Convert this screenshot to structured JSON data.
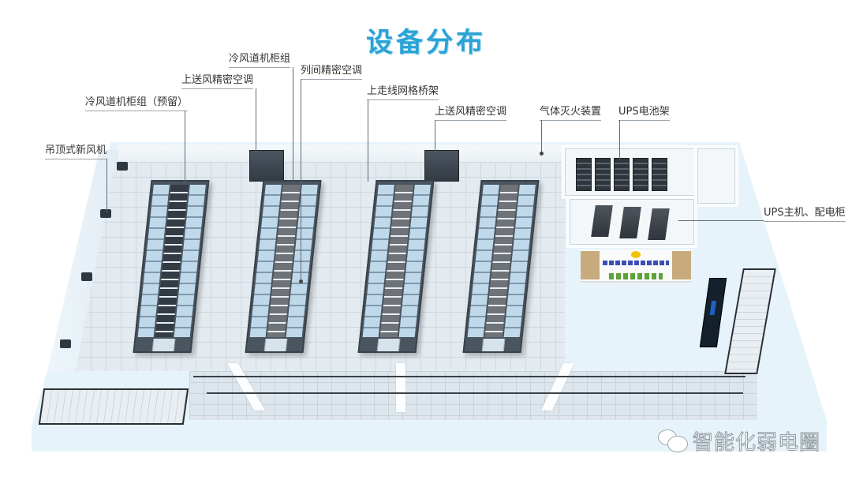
{
  "title": "设备分布",
  "labels": {
    "ceiling_fresh_air": "吊顶式新风机",
    "cold_aisle_reserved": "冷风道机柜组（预留）",
    "top_supply_ac_left": "上送风精密空调",
    "cold_aisle_cabinets": "冷风道机柜组",
    "inrow_ac": "列间精密空调",
    "overhead_cable_tray": "上走线网格桥架",
    "top_supply_ac_right": "上送风精密空调",
    "gas_fire_suppression": "气体灭火装置",
    "ups_battery_rack": "UPS电池架",
    "ups_host_distribution": "UPS主机、配电柜"
  },
  "watermark": {
    "icon": "wechat-icon",
    "text": "智能化弱电圈"
  },
  "colors": {
    "title": "#2aa3d6",
    "rack_body": "#4a5560",
    "rack_glass": "#bfd9ea",
    "floor": "#e4ebf0",
    "building": "#e7f3fa",
    "sign_wood": "#c8ab7d"
  },
  "diagram": {
    "type": "3d-floor-plan",
    "subject": "data center equipment layout",
    "rack_rows": 4,
    "ceiling_fresh_air_units": 4,
    "top_supply_ac_units": 2,
    "ups_battery_racks": 5,
    "ups_cabinets": 3
  }
}
